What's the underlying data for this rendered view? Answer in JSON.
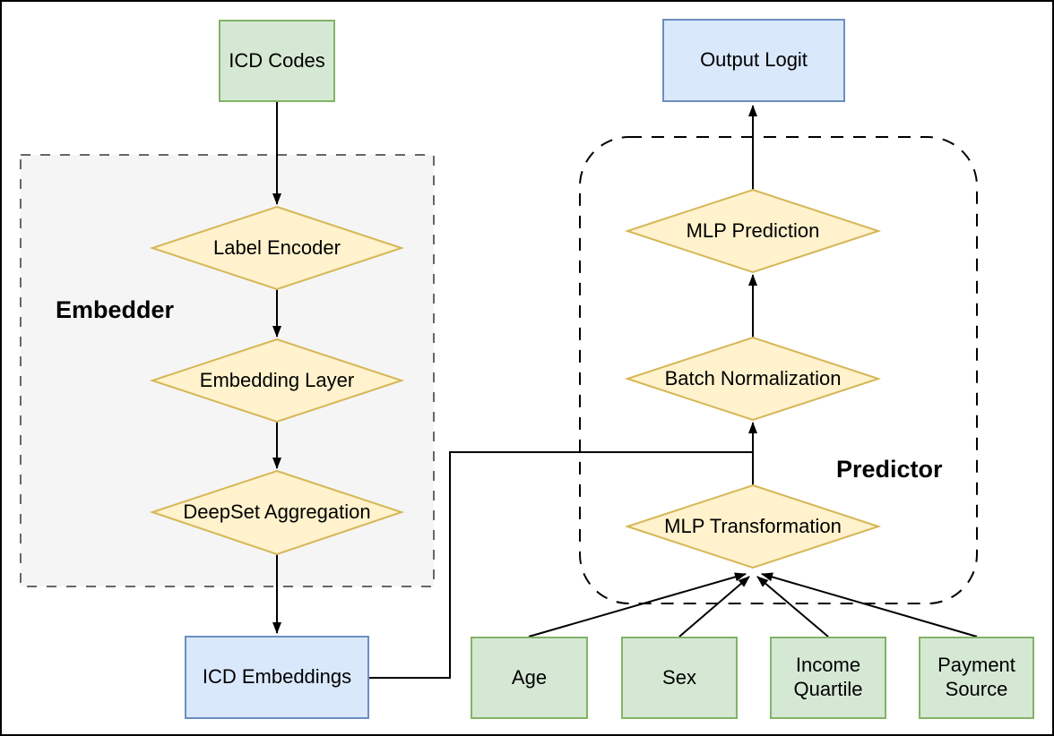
{
  "diagram": {
    "groups": {
      "embedder": {
        "label": "Embedder"
      },
      "predictor": {
        "label": "Predictor"
      }
    },
    "nodes": {
      "icd_codes": {
        "label": "ICD Codes",
        "shape": "rect",
        "color": "green"
      },
      "label_encoder": {
        "label": "Label Encoder",
        "shape": "diamond",
        "color": "yellow"
      },
      "embedding_layer": {
        "label": "Embedding Layer",
        "shape": "diamond",
        "color": "yellow"
      },
      "deepset_aggregation": {
        "label": "DeepSet Aggregation",
        "shape": "diamond",
        "color": "yellow"
      },
      "icd_embeddings": {
        "label": "ICD Embeddings",
        "shape": "rect",
        "color": "blue"
      },
      "output_logit": {
        "label": "Output Logit",
        "shape": "rect",
        "color": "blue"
      },
      "mlp_prediction": {
        "label": "MLP Prediction",
        "shape": "diamond",
        "color": "yellow"
      },
      "batch_normalization": {
        "label": "Batch Normalization",
        "shape": "diamond",
        "color": "yellow"
      },
      "mlp_transformation": {
        "label": "MLP Transformation",
        "shape": "diamond",
        "color": "yellow"
      },
      "age": {
        "label": "Age",
        "shape": "rect",
        "color": "green"
      },
      "sex": {
        "label": "Sex",
        "shape": "rect",
        "color": "green"
      },
      "income_quartile": {
        "label": "Income Quartile",
        "shape": "rect",
        "color": "green"
      },
      "payment_source": {
        "label": "Payment Source",
        "shape": "rect",
        "color": "green"
      }
    },
    "edges": [
      {
        "from": "icd_codes",
        "to": "label_encoder"
      },
      {
        "from": "label_encoder",
        "to": "embedding_layer"
      },
      {
        "from": "embedding_layer",
        "to": "deepset_aggregation"
      },
      {
        "from": "deepset_aggregation",
        "to": "icd_embeddings"
      },
      {
        "from": "icd_embeddings",
        "to": "batch_normalization"
      },
      {
        "from": "mlp_transformation",
        "to": "batch_normalization"
      },
      {
        "from": "batch_normalization",
        "to": "mlp_prediction"
      },
      {
        "from": "mlp_prediction",
        "to": "output_logit"
      },
      {
        "from": "age",
        "to": "mlp_transformation"
      },
      {
        "from": "sex",
        "to": "mlp_transformation"
      },
      {
        "from": "income_quartile",
        "to": "mlp_transformation"
      },
      {
        "from": "payment_source",
        "to": "mlp_transformation"
      }
    ],
    "colors": {
      "green_fill": "#d5e8d4",
      "green_stroke": "#82b366",
      "blue_fill": "#dae8fc",
      "blue_stroke": "#6c8ebf",
      "yellow_fill": "#fff2cc",
      "yellow_stroke": "#d6b656",
      "embedder_fill": "#f5f5f5",
      "embedder_stroke": "#666666",
      "predictor_stroke": "#000000",
      "line": "#000000"
    }
  }
}
